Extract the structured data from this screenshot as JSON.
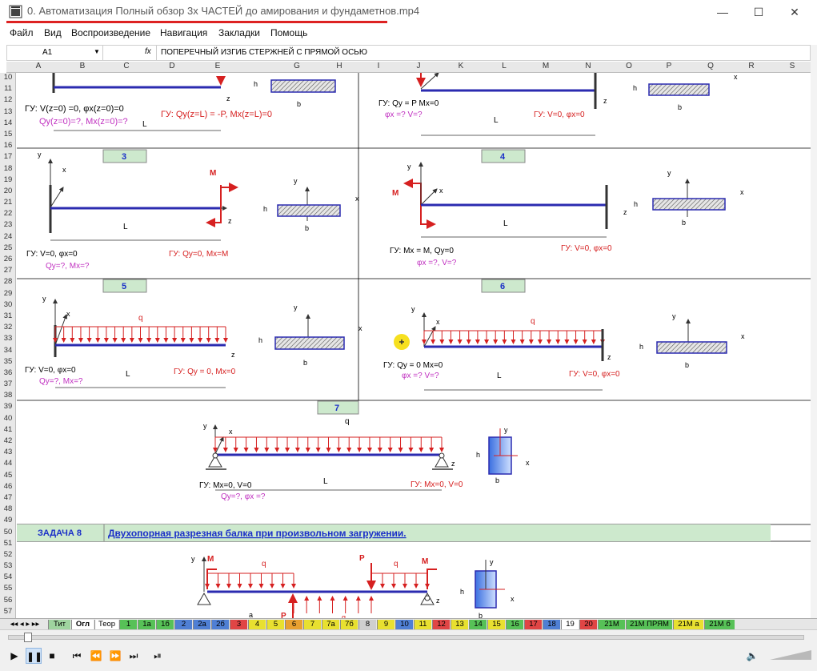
{
  "window": {
    "title": "0. Автоматизация Полный обзор 3х ЧАСТЕЙ до амирования и фундаметнов.mp4",
    "min_glyph": "—",
    "max_glyph": "☐",
    "close_glyph": "✕"
  },
  "menu": [
    "Файл",
    "Вид",
    "Воспроизведение",
    "Навигация",
    "Закладки",
    "Помощь"
  ],
  "formula": {
    "cell_ref": "A1",
    "fx": "fx",
    "content": "ПОПЕРЕЧНЫЙ ИЗГИБ СТЕРЖНЕЙ С ПРЯМОЙ ОСЬЮ"
  },
  "columns": [
    "A",
    "B",
    "C",
    "D",
    "E",
    "G",
    "H",
    "I",
    "J",
    "K",
    "L",
    "M",
    "N",
    "O",
    "P",
    "Q",
    "R",
    "S"
  ],
  "rows": [
    "10",
    "11",
    "12",
    "13",
    "14",
    "15",
    "16",
    "17",
    "18",
    "19",
    "20",
    "21",
    "22",
    "23",
    "24",
    "25",
    "26",
    "27",
    "28",
    "29",
    "30",
    "31",
    "32",
    "33",
    "34",
    "35",
    "36",
    "37",
    "38",
    "39",
    "40",
    "41",
    "42",
    "43",
    "44",
    "45",
    "46",
    "47",
    "48",
    "49",
    "50",
    "51",
    "52",
    "53",
    "54",
    "55",
    "56",
    "57"
  ],
  "task_numbers": [
    "3",
    "4",
    "5",
    "6",
    "7"
  ],
  "task8": {
    "label": "ЗАДАЧА 8",
    "title": "Двухопорная разрезная балка при произвольном загружении."
  },
  "panels": {
    "p1": {
      "bc_left": "ГУ: V(z=0) =0,  φx(z=0)=0",
      "unknown_left": "Qy(z=0)=?, Mx(z=0)=?",
      "bc_right": "ГУ: Qy(z=L) = -P,  Mx(z=L)=0",
      "L": "L",
      "z": "z",
      "h": "h",
      "b": "b"
    },
    "p2": {
      "bc_left": "ГУ: Qy = P  Mx=0",
      "unknown_left": "φx =?   V=?",
      "bc_right": "ГУ: V=0, φx=0",
      "L": "L",
      "z": "z",
      "h": "h",
      "b": "b",
      "x": "x"
    },
    "p3": {
      "bc_left": "ГУ: V=0,  φx=0",
      "unknown_left": "Qy=?, Mx=?",
      "bc_right": "ГУ: Qy=0,  Mx=M",
      "M": "M",
      "L": "L",
      "x": "x",
      "y": "y",
      "z": "z",
      "h": "h",
      "b": "b"
    },
    "p4": {
      "bc_left": "ГУ: Mx = M,  Qy=0",
      "unknown_left": "φx =?,     V=?",
      "bc_right": "ГУ: V=0, φx=0",
      "M": "M",
      "L": "L",
      "x": "x",
      "y": "y",
      "z": "z",
      "h": "h",
      "b": "b"
    },
    "p5": {
      "bc_left": "ГУ: V=0,  φx=0",
      "unknown_left": "Qy=?, Mx=?",
      "bc_right": "ГУ: Qy = 0,  Mx=0",
      "q": "q",
      "L": "L",
      "x": "x",
      "y": "y",
      "z": "z",
      "h": "h",
      "b": "b"
    },
    "p6": {
      "bc_left": "ГУ: Qy = 0  Mx=0",
      "unknown_left": "φx =?   V=?",
      "bc_right": "ГУ: V=0, φx=0",
      "q": "q",
      "L": "L",
      "x": "x",
      "y": "y",
      "z": "z",
      "h": "h",
      "b": "b"
    },
    "p7": {
      "bc_left": "ГУ: Mx=0, V=0",
      "unknown_left": "Qy=?, φx =?",
      "bc_right": "ГУ: Mx=0, V=0",
      "q": "q",
      "L": "L",
      "x": "x",
      "y": "y",
      "z": "z",
      "h": "h",
      "b": "b"
    },
    "p8": {
      "M1": "M",
      "M2": "M",
      "q1": "q",
      "q2": "q",
      "q3": "q",
      "P1": "P",
      "P2": "P",
      "a": "a",
      "x": "x",
      "y": "y",
      "z": "z",
      "h": "h",
      "b": "b"
    }
  },
  "sheet_tabs": [
    "Тит",
    "Огл",
    "Теор",
    "1",
    "1а",
    "1б",
    "2",
    "2а",
    "2б",
    "3",
    "4",
    "5",
    "6",
    "7",
    "7а",
    "7б",
    "8",
    "9",
    "10",
    "11",
    "12",
    "13",
    "14",
    "15",
    "16",
    "17",
    "18",
    "19",
    "20",
    "21М",
    "21М ПРЯМ",
    "21М а",
    "21М б"
  ],
  "sheet_tab_colors": [
    "#9fd49f",
    "#ffffff",
    "#ffffff",
    "#57c157",
    "#57c157",
    "#57c157",
    "#4f7fd4",
    "#4f7fd4",
    "#4f7fd4",
    "#e04545",
    "#e8e030",
    "#e8e030",
    "#e8a030",
    "#e8e030",
    "#e8e030",
    "#e8e030",
    "#cfcfcf",
    "#e8e030",
    "#4f7fd4",
    "#e8e030",
    "#e04545",
    "#e8e030",
    "#57c157",
    "#e8e030",
    "#57c157",
    "#e04545",
    "#4f7fd4",
    "#ffffff",
    "#e04545",
    "#57c157",
    "#57c157",
    "#e8e030",
    "#57c157"
  ],
  "player": {
    "play": "▶",
    "pause": "❚❚",
    "stop": "■",
    "prev": "⏮",
    "rew": "⏪",
    "fwd": "⏩",
    "next": "⏭",
    "step": "⏯",
    "volume": "🔈"
  },
  "colors": {
    "beam": "#2b2bb0",
    "load": "#d62020",
    "label_pink": "#c030c0",
    "header_green": "#cde9cd",
    "link_blue": "#1a2fc8"
  }
}
